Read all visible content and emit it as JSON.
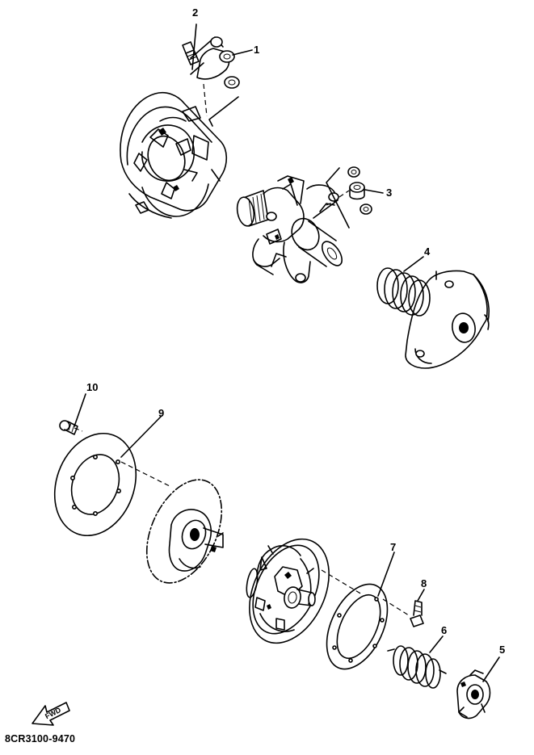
{
  "diagram": {
    "callouts": [
      {
        "id": "c1",
        "label": "1"
      },
      {
        "id": "c2",
        "label": "2"
      },
      {
        "id": "c3",
        "label": "3"
      },
      {
        "id": "c4",
        "label": "4"
      },
      {
        "id": "c5",
        "label": "5"
      },
      {
        "id": "c6",
        "label": "6"
      },
      {
        "id": "c7",
        "label": "7"
      },
      {
        "id": "c8",
        "label": "8"
      },
      {
        "id": "c9",
        "label": "9"
      },
      {
        "id": "c10",
        "label": "10"
      }
    ],
    "direction_label": "FWD",
    "drawing_code": "8CR3100-9470"
  }
}
